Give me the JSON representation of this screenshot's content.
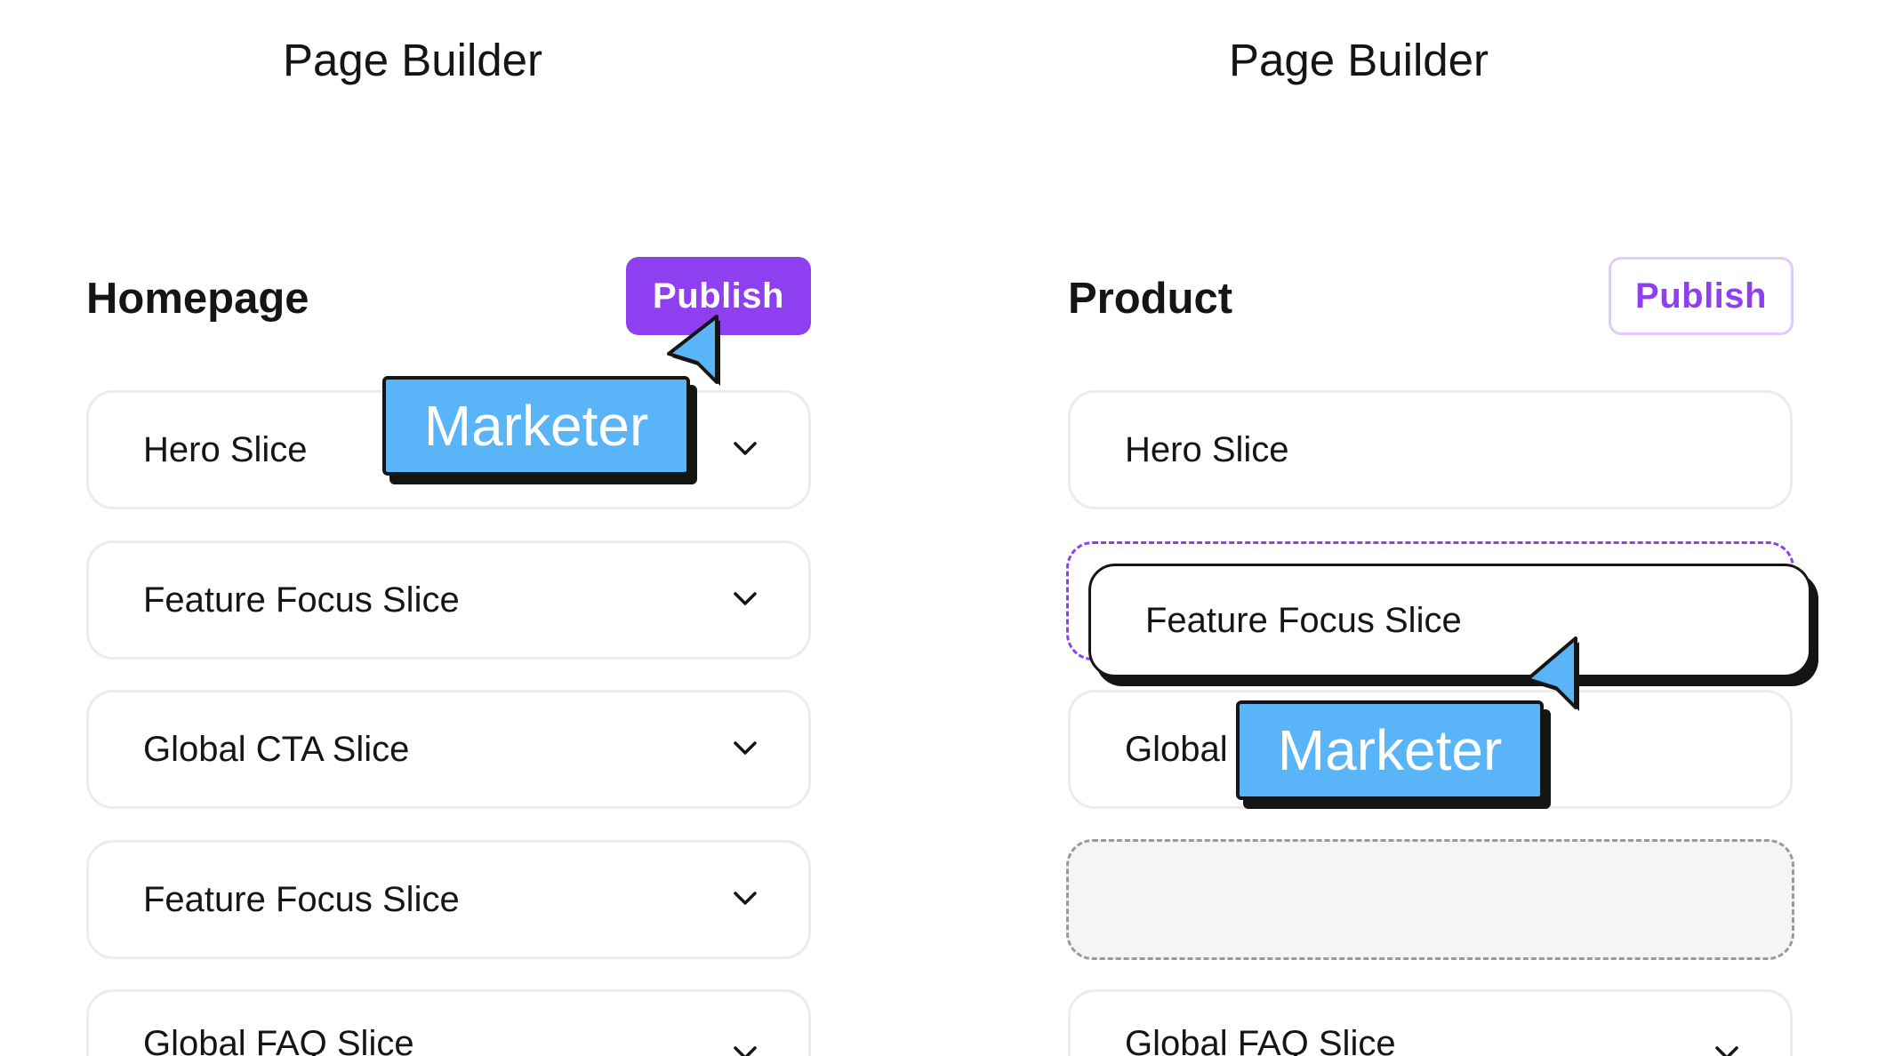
{
  "colors": {
    "accent": "#8e3ff0",
    "accent_light": "#e0cbfa",
    "cursor_blue": "#5ab4f8",
    "ink": "#151515",
    "slice_border": "#ececec",
    "placeholder_bg": "#f5f5f5"
  },
  "left_panel": {
    "builder_title": "Page Builder",
    "page_name": "Homepage",
    "publish_label": "Publish",
    "slices": [
      {
        "label": "Hero Slice",
        "icon": "chevron-down-icon"
      },
      {
        "label": "Feature Focus Slice",
        "icon": "chevron-down-icon"
      },
      {
        "label": "Global CTA Slice",
        "icon": "chevron-down-icon"
      },
      {
        "label": "Feature Focus Slice",
        "icon": "chevron-down-icon"
      },
      {
        "label": "Global FAQ Slice",
        "icon": "chevron-down-icon"
      }
    ],
    "cursor_tag": "Marketer",
    "cursor_icon": "pointer-arrow-icon"
  },
  "right_panel": {
    "builder_title": "Page Builder",
    "page_name": "Product",
    "publish_label": "Publish",
    "slices": [
      {
        "label": "Hero Slice"
      },
      {
        "label": "Global CTA Slice"
      },
      {
        "label": "Global FAQ Slice",
        "icon": "chevron-down-icon"
      }
    ],
    "dragged_slice": "Feature Focus Slice",
    "cursor_tag": "Marketer",
    "cursor_icon": "pointer-arrow-icon"
  }
}
